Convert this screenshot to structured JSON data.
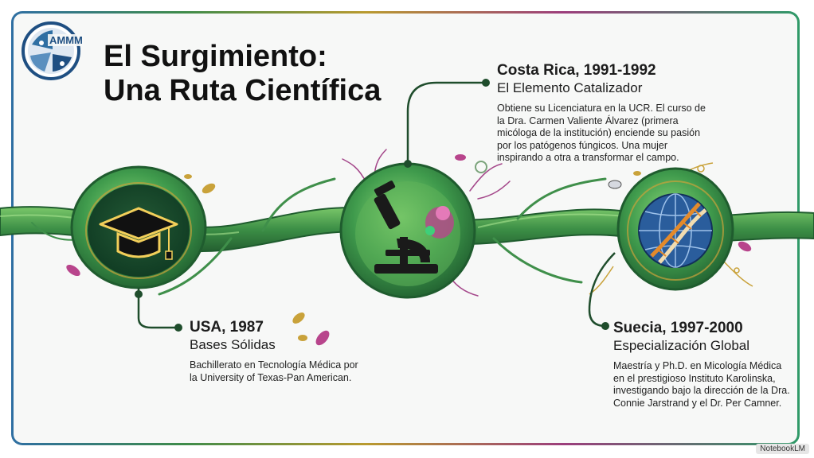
{
  "logo": {
    "text": "AMMM"
  },
  "title": {
    "line1": "El Surgimiento:",
    "line2": "Una Ruta Científica"
  },
  "milestones": [
    {
      "location": "USA, 1987",
      "subtitle": "Bases Sólidas",
      "description": "Bachillerato en Tecnología Médica por la University of Texas-Pan American.",
      "icon": "graduation-cap-icon"
    },
    {
      "location": "Costa Rica, 1991-1992",
      "subtitle": "El Elemento Catalizador",
      "description": "Obtiene su Licenciatura en la UCR. El curso de la Dra. Carmen Valiente Álvarez (primera micóloga de la institución) enciende su pasión por los patógenos fúngicos. Una mujer inspirando a otra a transformar el campo.",
      "icon": "microscope-icon"
    },
    {
      "location": "Suecia, 1997-2000",
      "subtitle": "Especialización Global",
      "description": "Maestría y Ph.D. en Micología Médica en el prestigioso Instituto Karolinska, investigando bajo la dirección de la Dra. Connie Jarstrand y el Dr. Per Camner.",
      "icon": "dna-globe-icon"
    }
  ],
  "watermark": "NotebookLM",
  "colors": {
    "hypha_green": "#3f8f4a",
    "node_gold": "#c9a23a",
    "accent_magenta": "#b8458c",
    "globe_blue": "#2a5d9c"
  }
}
